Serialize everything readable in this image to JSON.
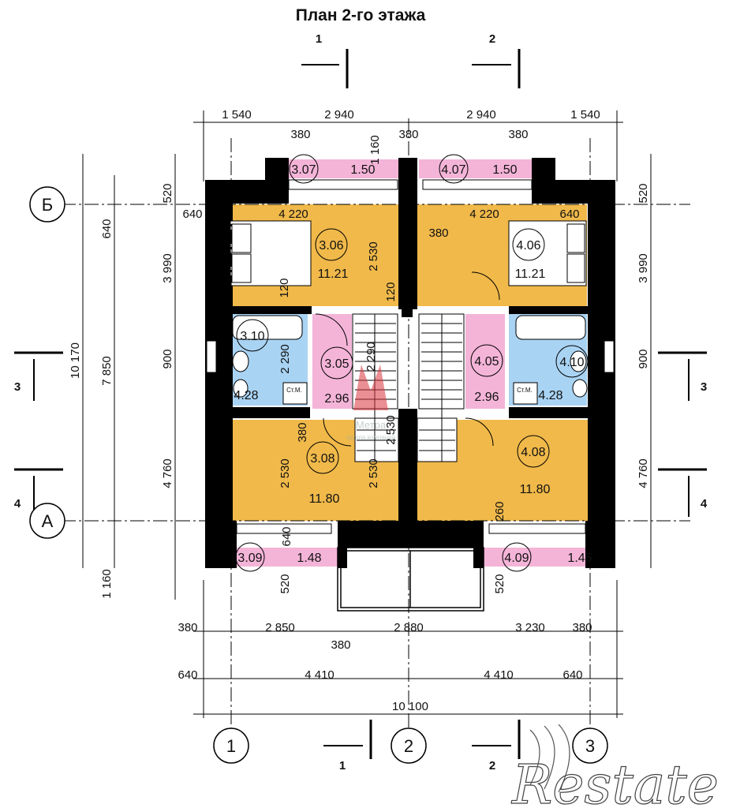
{
  "title": "План 2-го этажа",
  "colors": {
    "living": "#F0B94A",
    "wet": "#A9D3F3",
    "hall": "#F4B4D8",
    "balcony": "#F4B4D8",
    "wall": "#000000"
  },
  "rooms": [
    {
      "id": "3.06",
      "area": "11.21"
    },
    {
      "id": "4.06",
      "area": "11.21"
    },
    {
      "id": "3.07",
      "area": "1.50"
    },
    {
      "id": "4.07",
      "area": "1.50"
    },
    {
      "id": "3.10",
      "area": "4.28"
    },
    {
      "id": "4.10",
      "area": "4.28"
    },
    {
      "id": "3.05",
      "area": "2.96"
    },
    {
      "id": "4.05",
      "area": "2.96"
    },
    {
      "id": "3.08",
      "area": "11.80"
    },
    {
      "id": "4.08",
      "area": "11.80"
    },
    {
      "id": "3.09",
      "area": "1.48"
    },
    {
      "id": "4.09",
      "area": "1.45"
    }
  ],
  "axes": {
    "row_top": "Б",
    "row_bottom": "А",
    "col1": "1",
    "col2": "2",
    "col3": "3"
  },
  "sections": {
    "s1": "1",
    "s2": "2",
    "s3": "3",
    "s4": "4"
  },
  "dims": {
    "top": [
      "1 540",
      "2 940",
      "1 160",
      "2 940",
      "1 540"
    ],
    "top_small": [
      "380",
      "380",
      "380"
    ],
    "left": [
      "10 170",
      "7 850",
      "640",
      "3 990",
      "900",
      "4 760",
      "1 160",
      "520",
      "640"
    ],
    "right": [
      "520",
      "3 990",
      "900",
      "4 760"
    ],
    "inner": [
      "4 220",
      "4 220",
      "640",
      "380",
      "2 530",
      "2 530",
      "120",
      "120",
      "2 290",
      "2 290",
      "2 530",
      "2 530",
      "380",
      "380",
      "260",
      "640",
      "520",
      "520"
    ],
    "bottom1": [
      "380",
      "2 850",
      "2 880",
      "3 230",
      "380"
    ],
    "bottom1_extra": "380",
    "bottom2": [
      "640",
      "4 410",
      "4 410",
      "640"
    ],
    "bottom3": "10 100"
  },
  "labels": {
    "wc": "Ст.М."
  },
  "watermark": {
    "brand": "Restate",
    "logo": "Метра",
    "logo_sub": "группа компаний"
  }
}
